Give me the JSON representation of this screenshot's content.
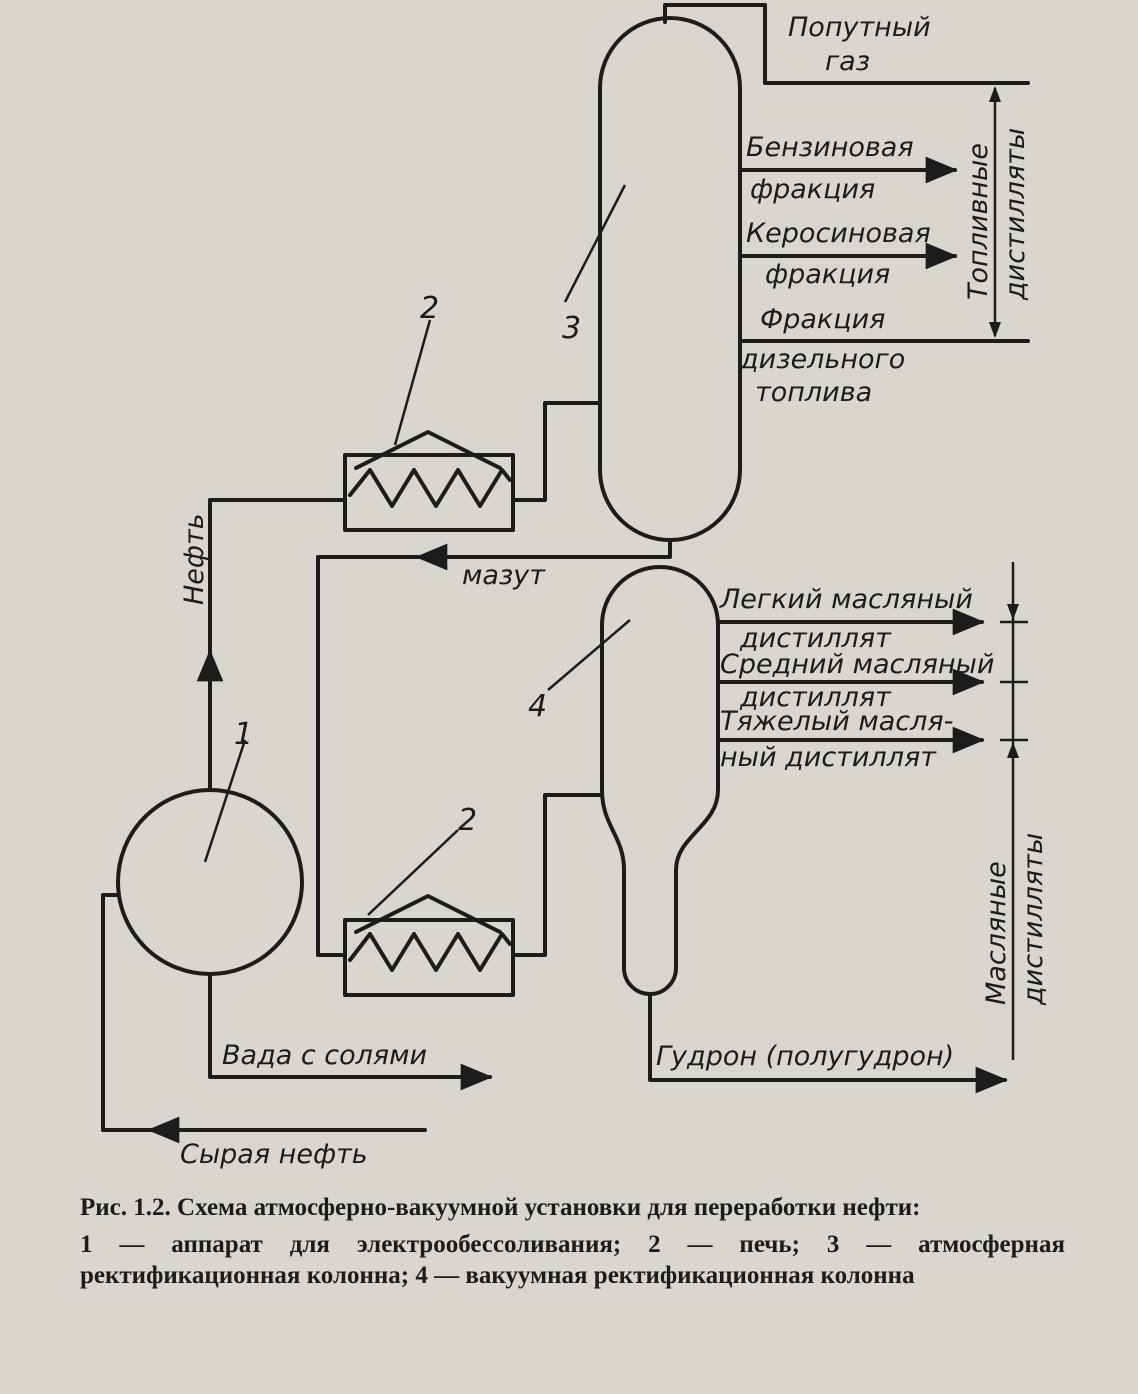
{
  "labels": {
    "passing_gas_1": "Попутный",
    "passing_gas_2": "газ",
    "gasoline_1": "Бензиновая",
    "gasoline_2": "фракция",
    "kerosene_1": "Керосиновая",
    "kerosene_2": "фракция",
    "diesel_1": "Фракция",
    "diesel_2": "дизельного",
    "diesel_3": "топлива",
    "fuel_group_1": "Топливные",
    "fuel_group_2": "дистилляты",
    "oil_label": "Нефть",
    "fuel_oil": "мазут",
    "light_oil_1": "Легкий масляный",
    "light_oil_2": "дистиллят",
    "medium_oil_1": "Средний масляный",
    "medium_oil_2": "дистиллят",
    "heavy_oil_1": "Тяжелый масля-",
    "heavy_oil_2": "ный дистиллят",
    "oil_group_1": "Масляные",
    "oil_group_2": "дистилляты",
    "water_salts": "Вада с солями",
    "raw_oil": "Сырая нефть",
    "tar": "Гудрон (полугудрон)"
  },
  "numbers": {
    "n1": "1",
    "n2_top": "2",
    "n2_bottom": "2",
    "n3": "3",
    "n4": "4"
  },
  "caption": {
    "title": "Рис. 1.2. Схема атмосферно-вакуумной установки для переработки нефти:",
    "legend": "1 — аппарат для электрообессоливания; 2 — печь; 3 — атмосферная ректификационная колонна; 4 — вакуумная ректификационная колонна"
  }
}
